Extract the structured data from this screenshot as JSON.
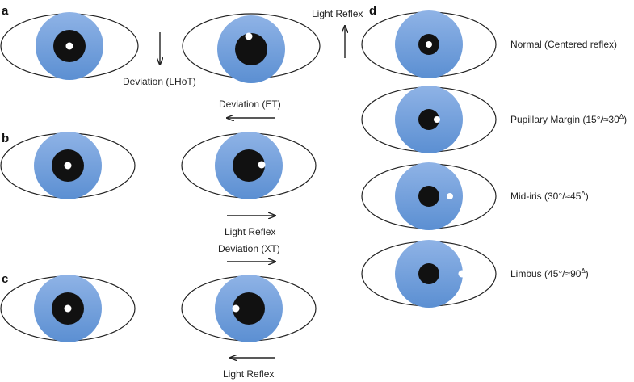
{
  "panels": {
    "a": {
      "letter": "a",
      "deviation_label": "Deviation (LHoT)",
      "light_reflex_label": "Light Reflex"
    },
    "b": {
      "letter": "b",
      "deviation_label": "Deviation (ET)",
      "light_reflex_label": "Light Reflex"
    },
    "c": {
      "letter": "c",
      "deviation_label": "Deviation (XT)",
      "light_reflex_label": "Light Reflex"
    },
    "d": {
      "letter": "d",
      "rows": [
        {
          "label": "Normal (Centered reflex)"
        },
        {
          "label": "Pupillary Margin (15°/≈30",
          "sup": "Δ",
          "tail": ")"
        },
        {
          "label": "Mid-iris (30°/≈45",
          "sup": "Δ",
          "tail": ")"
        },
        {
          "label": "Limbus (45°/≈90",
          "sup": "Δ",
          "tail": ")"
        }
      ]
    }
  },
  "colors": {
    "iris_top": "#8fb3e6",
    "iris_bottom": "#5b8fd2",
    "pupil": "#111111",
    "reflex": "#ffffff",
    "outline": "#222222"
  }
}
